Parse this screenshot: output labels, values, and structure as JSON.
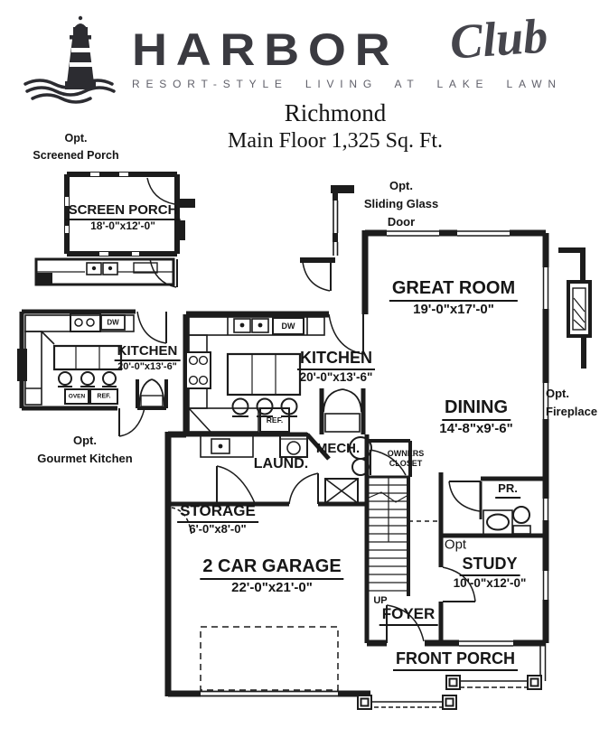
{
  "header": {
    "brand": "HARBOR",
    "brand_script": "Club",
    "tagline": "RESORT-STYLE LIVING AT LAKE LAWN"
  },
  "title": {
    "plan_name": "Richmond",
    "floor_info": "Main Floor 1,325 Sq. Ft."
  },
  "notes": {
    "screened_porch": [
      "Opt.",
      "Screened Porch"
    ],
    "sliding_glass_door": [
      "Opt.",
      "Sliding Glass",
      "Door"
    ],
    "gourmet_kitchen": [
      "Opt.",
      "Gourmet Kitchen"
    ],
    "fireplace": [
      "Opt.",
      "Fireplace"
    ],
    "study_opt": "Opt",
    "stairs_up": "UP"
  },
  "rooms": {
    "screen_porch": {
      "name": "SCREEN PORCH",
      "dims": "18'-0\"x12'-0\""
    },
    "gourmet_kitchen": {
      "name": "KITCHEN",
      "dims": "20'-0\"x13'-6\""
    },
    "kitchen": {
      "name": "KITCHEN",
      "dims": "20'-0\"x13'-6\""
    },
    "great_room": {
      "name": "GREAT ROOM",
      "dims": "19'-0\"x17'-0\""
    },
    "dining": {
      "name": "DINING",
      "dims": "14'-8\"x9'-6\""
    },
    "laundry": {
      "name": "LAUND."
    },
    "mech": {
      "name": "MECH."
    },
    "owners_closet": {
      "line1": "OWNERS",
      "line2": "CLOSET"
    },
    "powder_room": {
      "name": "PR."
    },
    "storage": {
      "name": "STORAGE",
      "dims": "6'-0\"x8'-0\""
    },
    "garage": {
      "name": "2 CAR GARAGE",
      "dims": "22'-0\"x21'-0\""
    },
    "study": {
      "name": "STUDY",
      "dims": "10'-0\"x12'-0\""
    },
    "foyer": {
      "name": "FOYER"
    },
    "front_porch": {
      "name": "FRONT PORCH"
    }
  },
  "appliances": {
    "dw": "DW",
    "ref": "REF.",
    "oven": "OVEN"
  },
  "colors": {
    "ink": "#1c1c1c",
    "brand": "#3a3a40",
    "tagline_gray": "#60606a"
  }
}
